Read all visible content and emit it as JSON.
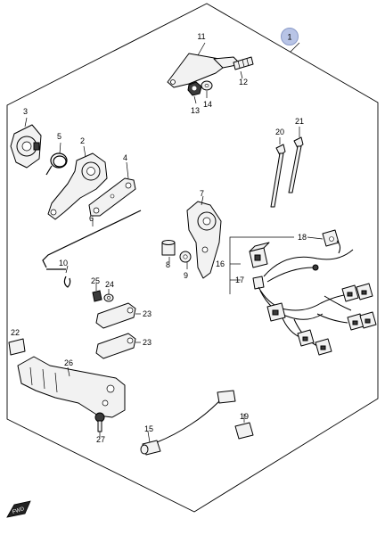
{
  "callouts": {
    "c1": "1",
    "c2": "2",
    "c3": "3",
    "c4": "4",
    "c5": "5",
    "c6": "6",
    "c7": "7",
    "c8": "8",
    "c9": "9",
    "c10": "10",
    "c11": "11",
    "c12": "12",
    "c13": "13",
    "c14": "14",
    "c15": "15",
    "c16": "16",
    "c17": "17",
    "c18": "18",
    "c19": "19",
    "c20": "20",
    "c21": "21",
    "c22": "22",
    "c23a": "23",
    "c23b": "23",
    "c24": "24",
    "c25": "25",
    "c26": "26",
    "c27": "27"
  },
  "direction_marker": "FWD",
  "colors": {
    "badge": "#b8c4e6",
    "badge_stroke": "#8a9ac8"
  }
}
